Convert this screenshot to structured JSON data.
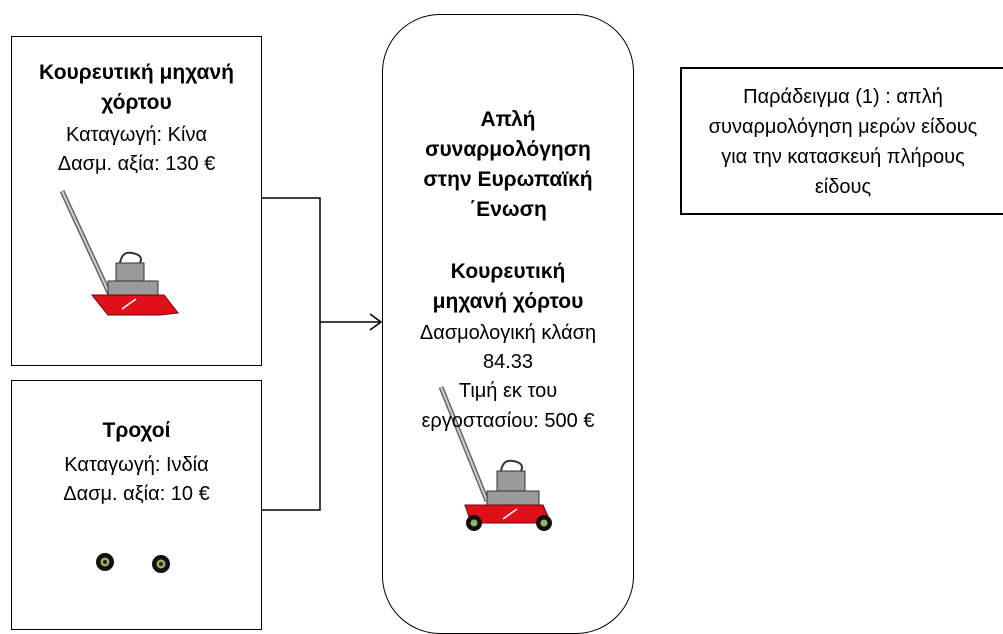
{
  "box1": {
    "title_line1": "Κουρευτική μηχανή",
    "title_line2": "χόρτου",
    "origin": "Καταγωγή: Κίνα",
    "value": "Δασμ. αξία: 130 €",
    "image_icon": "lawnmower-icon"
  },
  "box2": {
    "title": "Τροχοί",
    "origin": "Καταγωγή: Ινδία",
    "value": "Δασμ. αξία: 10 €",
    "image_icon": "wheels-icon"
  },
  "center": {
    "heading_line1": "Απλή",
    "heading_line2": "συναρμολόγηση",
    "heading_line3": "στην Ευρωπαϊκή",
    "heading_line4": "΄Ενωση",
    "product_line1": "Κουρευτική",
    "product_line2": "μηχανή χόρτου",
    "tariff_line1": "Δασμολογική κλάση",
    "tariff_line2": "84.33",
    "price_line1": "Τιμή εκ του",
    "price_line2": "εργοστασίου: 500 €",
    "image_icon": "lawnmower-icon"
  },
  "example": {
    "line1": "Παράδειγμα (1) :  απλή",
    "line2": "συναρμολόγηση μερών είδους",
    "line3": "για την κατασκευή πλήρους",
    "line4": "είδους"
  },
  "colors": {
    "mower_red": "#e0101a",
    "mower_grey": "#9a9a9a",
    "border": "#000000"
  }
}
